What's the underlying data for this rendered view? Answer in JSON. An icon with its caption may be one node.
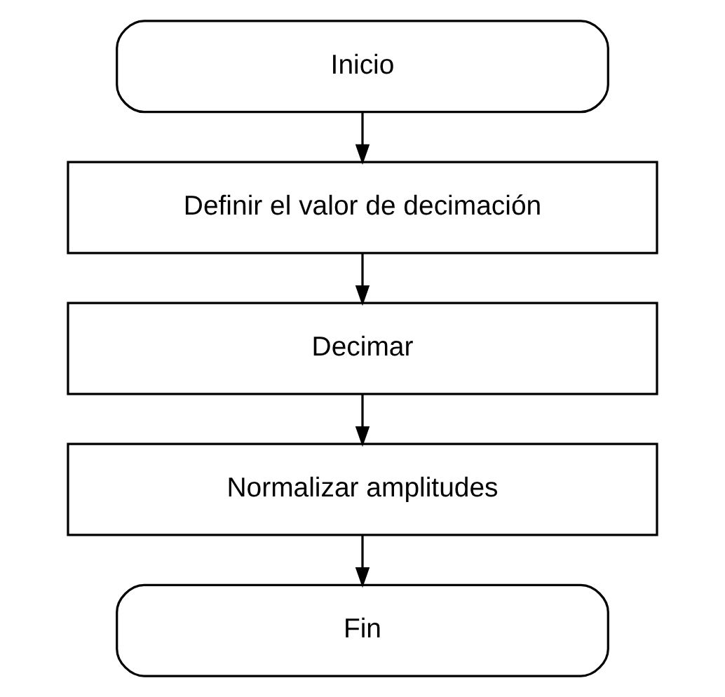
{
  "diagram": {
    "nodes": [
      {
        "text": [
          "Inicio"
        ]
      },
      {
        "text": [
          "Definir el valor de decimación"
        ]
      },
      {
        "text": [
          "Decimar"
        ]
      },
      {
        "text": [
          "Normalizar amplitudes"
        ]
      },
      {
        "text": [
          "Fin"
        ]
      }
    ],
    "edges": [
      {
        "from": 0,
        "to": 1,
        "arrow": "to"
      },
      {
        "from": 1,
        "to": 2,
        "arrow": "to"
      },
      {
        "from": 2,
        "to": 3,
        "arrow": "to"
      },
      {
        "from": 3,
        "to": 4,
        "arrow": "to"
      }
    ]
  }
}
